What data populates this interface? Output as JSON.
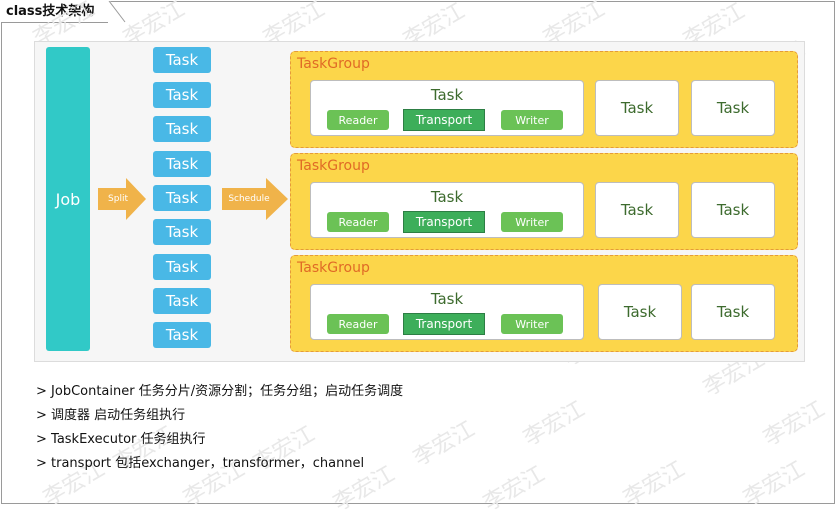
{
  "title": "class技术架构",
  "diagram": {
    "job_label": "Job",
    "split_label": "Split",
    "schedule_label": "Schedule",
    "task_column": [
      "Task",
      "Task",
      "Task",
      "Task",
      "Task",
      "Task",
      "Task",
      "Task",
      "Task"
    ],
    "task_groups": [
      {
        "label": "TaskGroup",
        "inner_task": "Task",
        "reader": "Reader",
        "transport": "Transport",
        "writer": "Writer",
        "side_tasks": [
          "Task",
          "Task"
        ]
      },
      {
        "label": "TaskGroup",
        "inner_task": "Task",
        "reader": "Reader",
        "transport": "Transport",
        "writer": "Writer",
        "side_tasks": [
          "Task",
          "Task"
        ]
      },
      {
        "label": "TaskGroup",
        "inner_task": "Task",
        "reader": "Reader",
        "transport": "Transport",
        "writer": "Writer",
        "side_tasks": [
          "Task",
          "Task"
        ]
      }
    ],
    "colors": {
      "job": "#31c9c7",
      "task": "#49b8e6",
      "arrow": "#f0b34a",
      "task_group": "#fcd64a",
      "task_group_label": "#e06a26",
      "reader_writer": "#6bc256",
      "transport": "#3dae5a"
    }
  },
  "notes": [
    "> JobContainer 任务分片/资源分割；任务分组；启动任务调度",
    "> 调度器 启动任务组执行",
    "> TaskExecutor 任务组执行",
    "> transport 包括exchanger，transformer，channel"
  ],
  "watermark": "李宏江"
}
